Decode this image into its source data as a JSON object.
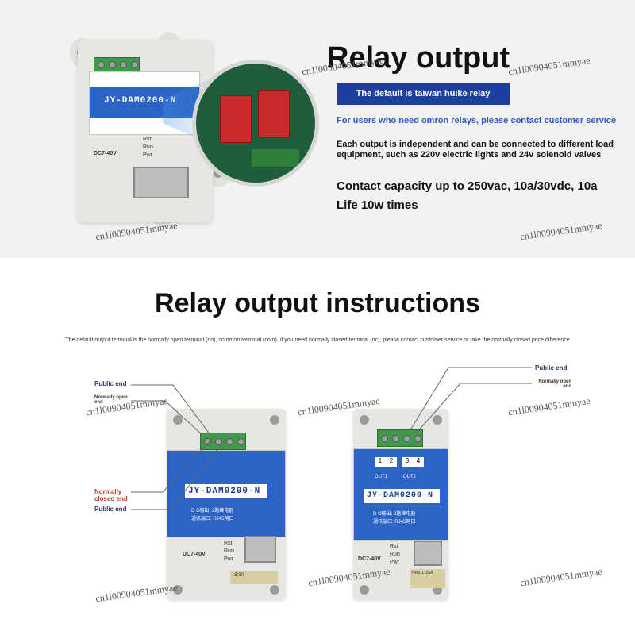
{
  "top": {
    "title": "Relay output",
    "badge": "The default is taiwan huike relay",
    "omron_note": "For users who need omron relays, please contact customer service",
    "independent_note": "Each output is independent and can be connected to different load equipment, such as 220v electric lights and 24v solenoid valves",
    "capacity": "Contact capacity up to 250vac, 10a/30vdc, 10a",
    "life": "Life 10w times"
  },
  "bottom": {
    "title": "Relay output instructions",
    "note": "The default output terminal is the normally open terminal (no), common terminal (com). if you need normally closed terminal (nc), please contact customer service or take the normally closed price difference",
    "left_labels": {
      "public_end_top": "Public end",
      "normally_open": "Normally open end",
      "normally_closed": "Normally closed end",
      "public_end_bottom": "Public end"
    },
    "right_labels": {
      "public_end": "Public end",
      "normally_open": "Normally open end"
    }
  },
  "device": {
    "model": "JY-DAM0200-N",
    "power": "DC7-40V",
    "led_rst": "Rst",
    "led_run": "Run",
    "led_pwr": "Pwr",
    "out1": "OUT1",
    "out2": "OUT2",
    "ch": [
      "1",
      "2",
      "3",
      "4"
    ],
    "spec1": "D O输出: 2路继电器",
    "spec2": "通讯端口: RJ45网口",
    "sticker": "HR911105A",
    "sticker2": "15/30"
  },
  "watermark": "cn1l00904051mmyae",
  "colors": {
    "badge": "#1c3fa0",
    "accent_text": "#2a57c8",
    "panel_blue": "#2b63c6",
    "terminal_green": "#3f9a4a",
    "relay_red": "#c92a2a",
    "normally_closed_label": "#c0392b"
  }
}
